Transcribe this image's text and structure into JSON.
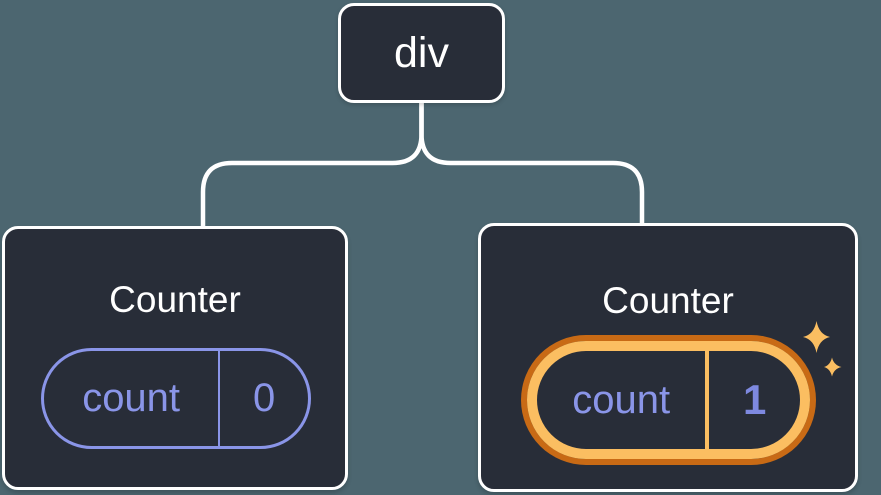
{
  "diagram": {
    "root": {
      "label": "div"
    },
    "children": [
      {
        "title": "Counter",
        "state": {
          "key": "count",
          "value": "0"
        },
        "highlighted": false
      },
      {
        "title": "Counter",
        "state": {
          "key": "count",
          "value": "1"
        },
        "highlighted": true
      }
    ]
  },
  "icons": {
    "sparkles": "sparkles-icon"
  },
  "colors": {
    "background": "#4C6670",
    "card": "#282D38",
    "card_border": "#FFFFFF",
    "connector": "#FFFFFF",
    "state_purple": "#8A95E8",
    "state_purple_bold": "#7E89E0",
    "highlight_orange_light": "#FBBE61",
    "highlight_orange_dark": "#C86A15",
    "title_text": "#FFFFFF"
  }
}
